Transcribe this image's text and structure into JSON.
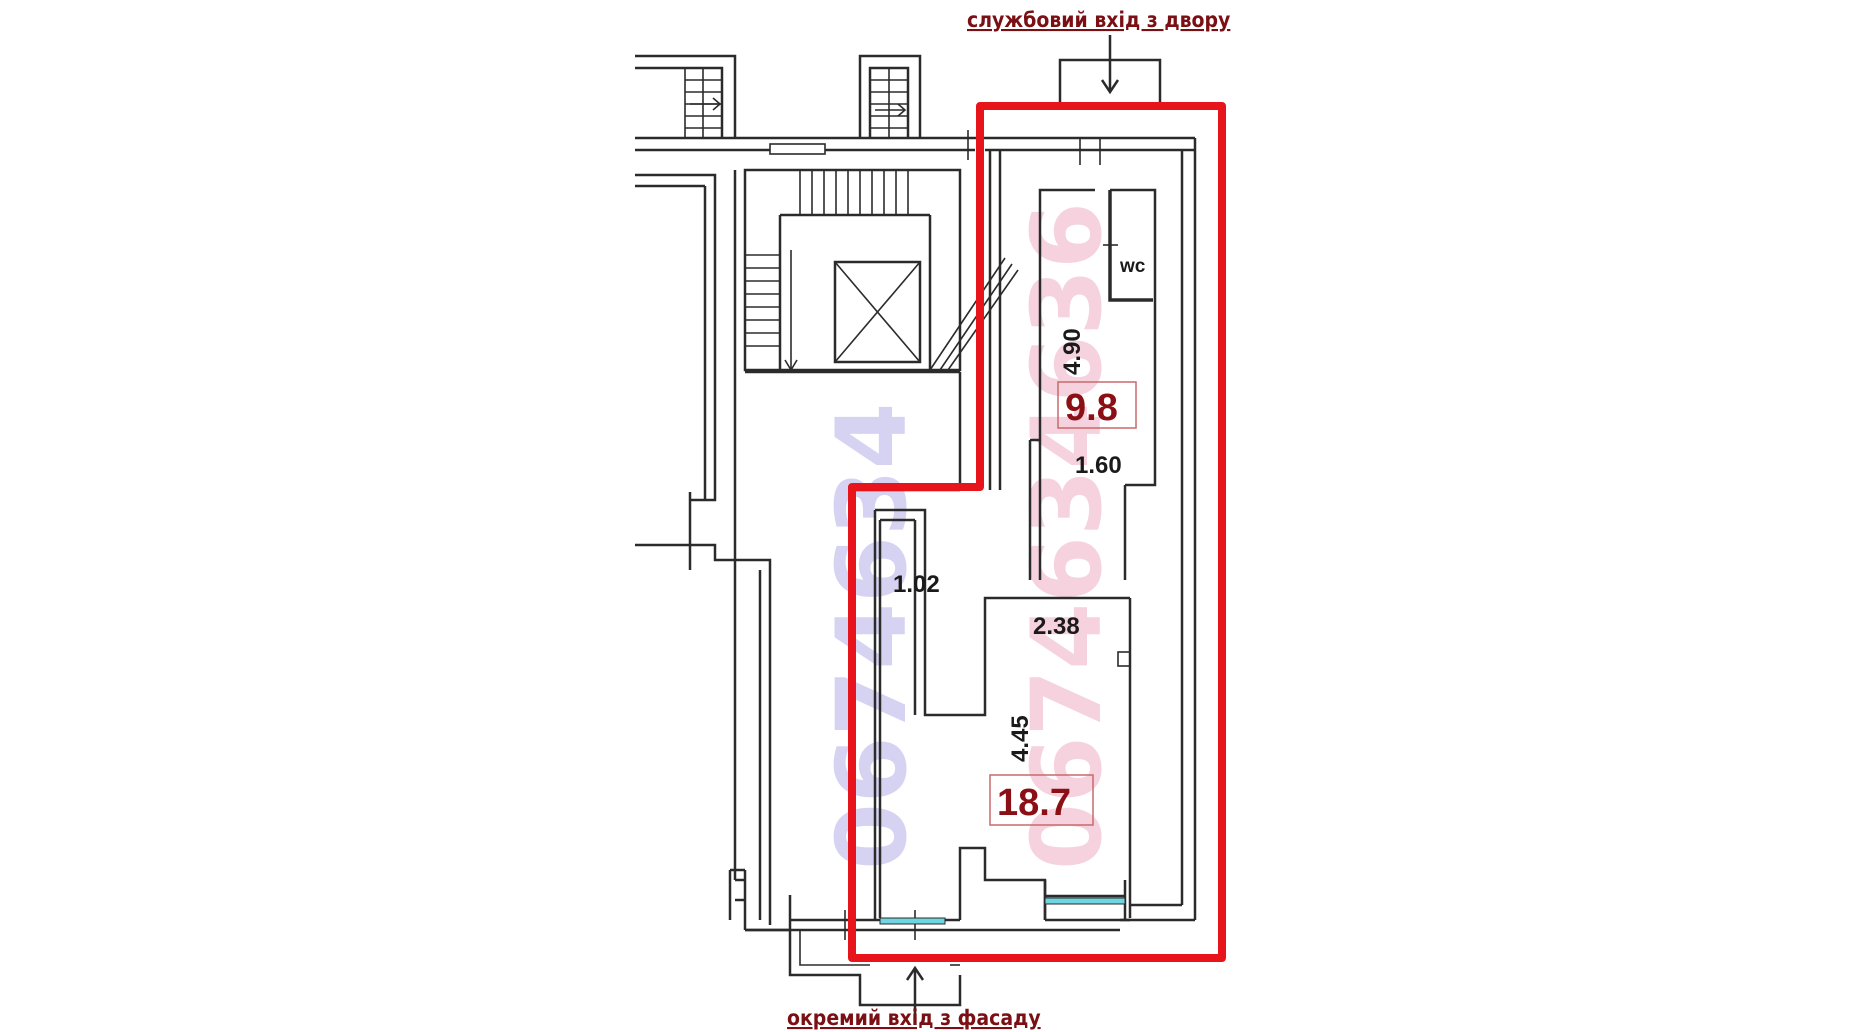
{
  "labels": {
    "rear_entrance": "службовий вхід з двору",
    "front_entrance": "окремий вхід з фасаду",
    "wc": "wc"
  },
  "dimensions": {
    "room1_length": "4.90",
    "room1_width": "1.60",
    "corridor_width": "1.02",
    "room2_width": "2.38",
    "room2_length": "4.45"
  },
  "areas": {
    "room1": "9.8",
    "room2": "18.7"
  },
  "watermarks": {
    "left": "0674634",
    "right": "0674634636"
  },
  "colors": {
    "highlight": "#e8141c",
    "caption": "#7a0f14",
    "area_text": "#8b1016",
    "window": "#6fd6e0"
  }
}
